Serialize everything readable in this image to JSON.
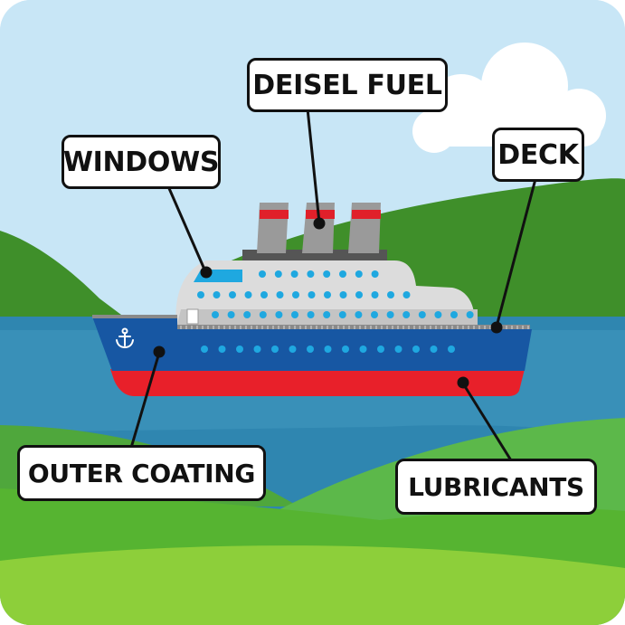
{
  "labels": {
    "fuel": "DEISEL FUEL",
    "windows": "WINDOWS",
    "deck": "DECK",
    "outer_coating": "OUTER COATING",
    "lubricants": "LUBRICANTS"
  },
  "colors": {
    "sky": "#c8e6f6",
    "cloud": "#ffffff",
    "hill_dark": "#3f8f2a",
    "hill_mid": "#5cb84a",
    "hill_light": "#8dcf3a",
    "water": "#2f86b0",
    "hull_blue": "#1757a3",
    "hull_red": "#e8202a",
    "superstructure": "#dcdcdc",
    "porthole": "#1fa8e0",
    "funnel": "#9a9a9a",
    "funnel_band": "#e0202a",
    "leader_line": "#111111"
  },
  "icons": [
    "anchor-icon"
  ]
}
